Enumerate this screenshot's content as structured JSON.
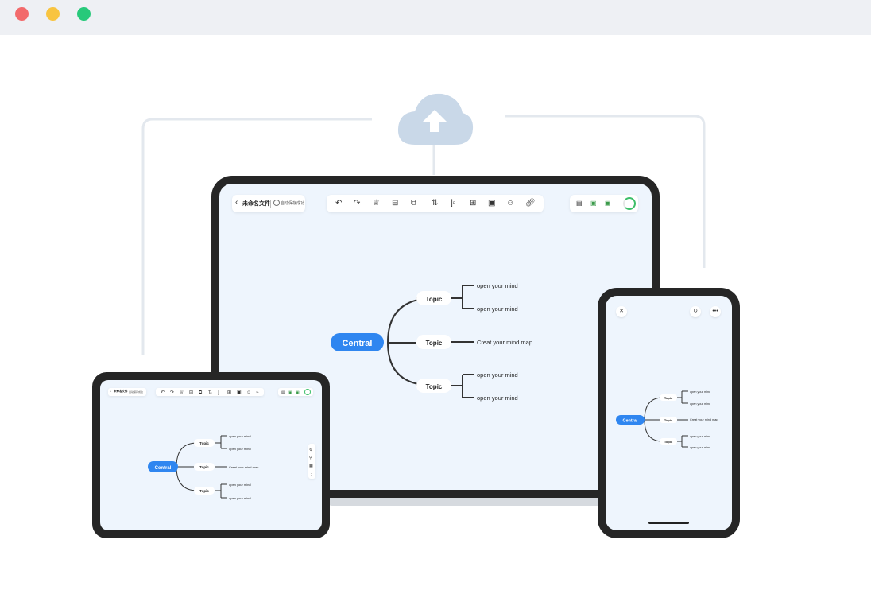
{
  "window": {
    "controls": [
      {
        "name": "close",
        "color": "#f26a6b"
      },
      {
        "name": "minimize",
        "color": "#f8c440"
      },
      {
        "name": "maximize",
        "color": "#27c97a"
      }
    ]
  },
  "laptop": {
    "file_title": "未命名文件",
    "save_status": "自动保存成功",
    "toolbar": [
      "undo-icon",
      "redo-icon",
      "theme-icon",
      "subtopic-icon",
      "topic-icon",
      "sibling-icon",
      "summary-icon",
      "insert-icon",
      "image-icon",
      "emoji-icon",
      "link-icon"
    ],
    "right_tools": [
      "outline-icon",
      "export-icon",
      "share-icon"
    ]
  },
  "tablet": {
    "file_title": "未命名文件",
    "save_status": "自动保存成功"
  },
  "mindmap": {
    "central": "Central",
    "branches": [
      {
        "label": "Topic",
        "children": [
          "open your mind",
          "open your mind"
        ]
      },
      {
        "label": "Topic",
        "children": [
          "Creat your mind map"
        ]
      },
      {
        "label": "Topic",
        "children": [
          "open your mind",
          "open your mind"
        ]
      }
    ]
  },
  "colors": {
    "accent": "#2f86f0",
    "screen": "#eef5fd",
    "cloud": "#c9d8e8",
    "frame": "#262626"
  }
}
